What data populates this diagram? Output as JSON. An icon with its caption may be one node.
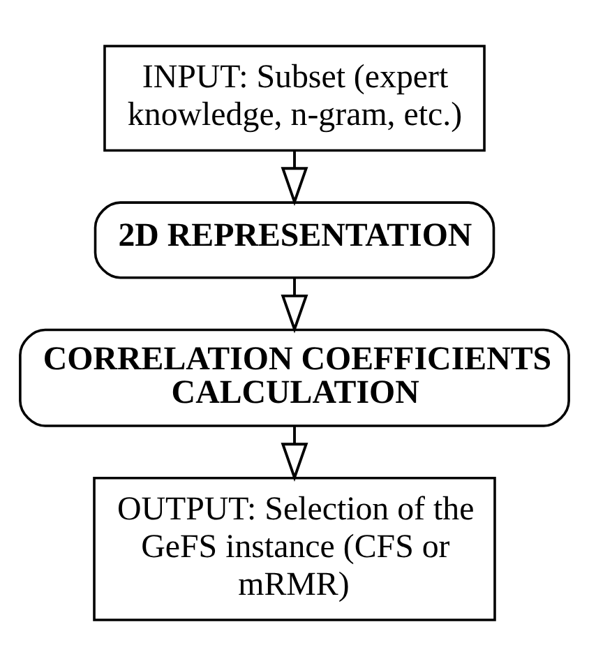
{
  "diagram": {
    "nodes": [
      {
        "text": [
          "INPUT: Subset (expert knowledge, n-gram, etc.)"
        ]
      },
      {
        "text": [
          "2D REPRESENTATION"
        ]
      },
      {
        "text": [
          "CORRELATION COEFFICIENTS CALCULATION"
        ]
      },
      {
        "text": [
          "OUTPUT: Selection of the GeFS instance (CFS or mRMR)"
        ]
      }
    ],
    "edges": [
      {
        "from": 0,
        "to": 1,
        "arrow": "to"
      },
      {
        "from": 1,
        "to": 2,
        "arrow": "to"
      },
      {
        "from": 2,
        "to": 3,
        "arrow": "to"
      }
    ]
  }
}
